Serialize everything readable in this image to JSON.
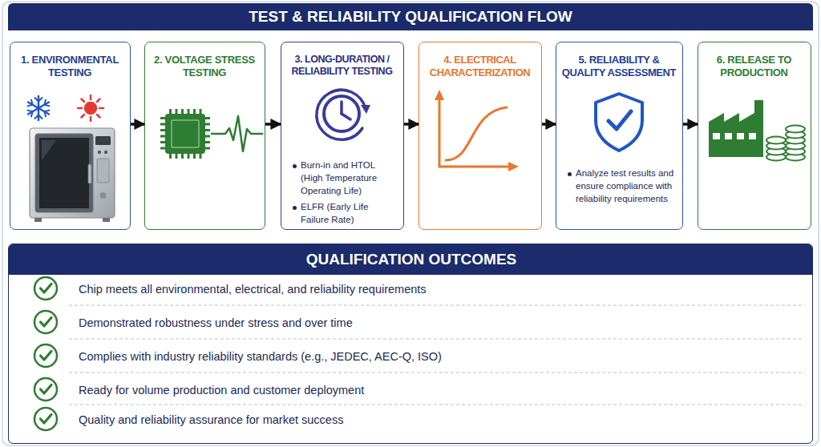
{
  "diagram": {
    "title": "TEST & RELIABILITY QUALIFICATION FLOW",
    "nodes": [
      {
        "text": [
          "1. ENVIRONMENTAL TESTING"
        ]
      },
      {
        "text": [
          "2. VOLTAGE STRESS TESTING"
        ]
      },
      {
        "text": [
          "3. LONG-DURATION / RELIABILITY TESTING",
          "Burn-in and HTOL (High Temperature Operating Life)",
          "ELFR (Early Life Failure Rate)"
        ]
      },
      {
        "text": [
          "4. ELECTRICAL CHARACTERIZATION"
        ]
      },
      {
        "text": [
          "5. RELIABILITY & QUALITY ASSESSMENT",
          "Analyze test results and ensure compliance with reliability requirements"
        ]
      },
      {
        "text": [
          "6. RELEASE TO PRODUCTION"
        ]
      },
      {
        "text": [
          "QUALIFICATION OUTCOMES",
          "Chip meets all environmental, electrical, and reliability requirements",
          "Demonstrated robustness under stress and over time",
          "Complies with industry reliability standards (e.g.,  JEDEC, AEC-Q, ISO)",
          "Ready for volume production and customer deployment",
          "Quality and reliability assurance for market success"
        ]
      }
    ],
    "edges": [
      {
        "from": 0,
        "to": 1,
        "arrow": "to"
      },
      {
        "from": 1,
        "to": 2,
        "arrow": "to"
      },
      {
        "from": 2,
        "to": 3,
        "arrow": "to"
      },
      {
        "from": 3,
        "to": 4,
        "arrow": "to"
      },
      {
        "from": 4,
        "to": 5,
        "arrow": "to"
      }
    ]
  }
}
